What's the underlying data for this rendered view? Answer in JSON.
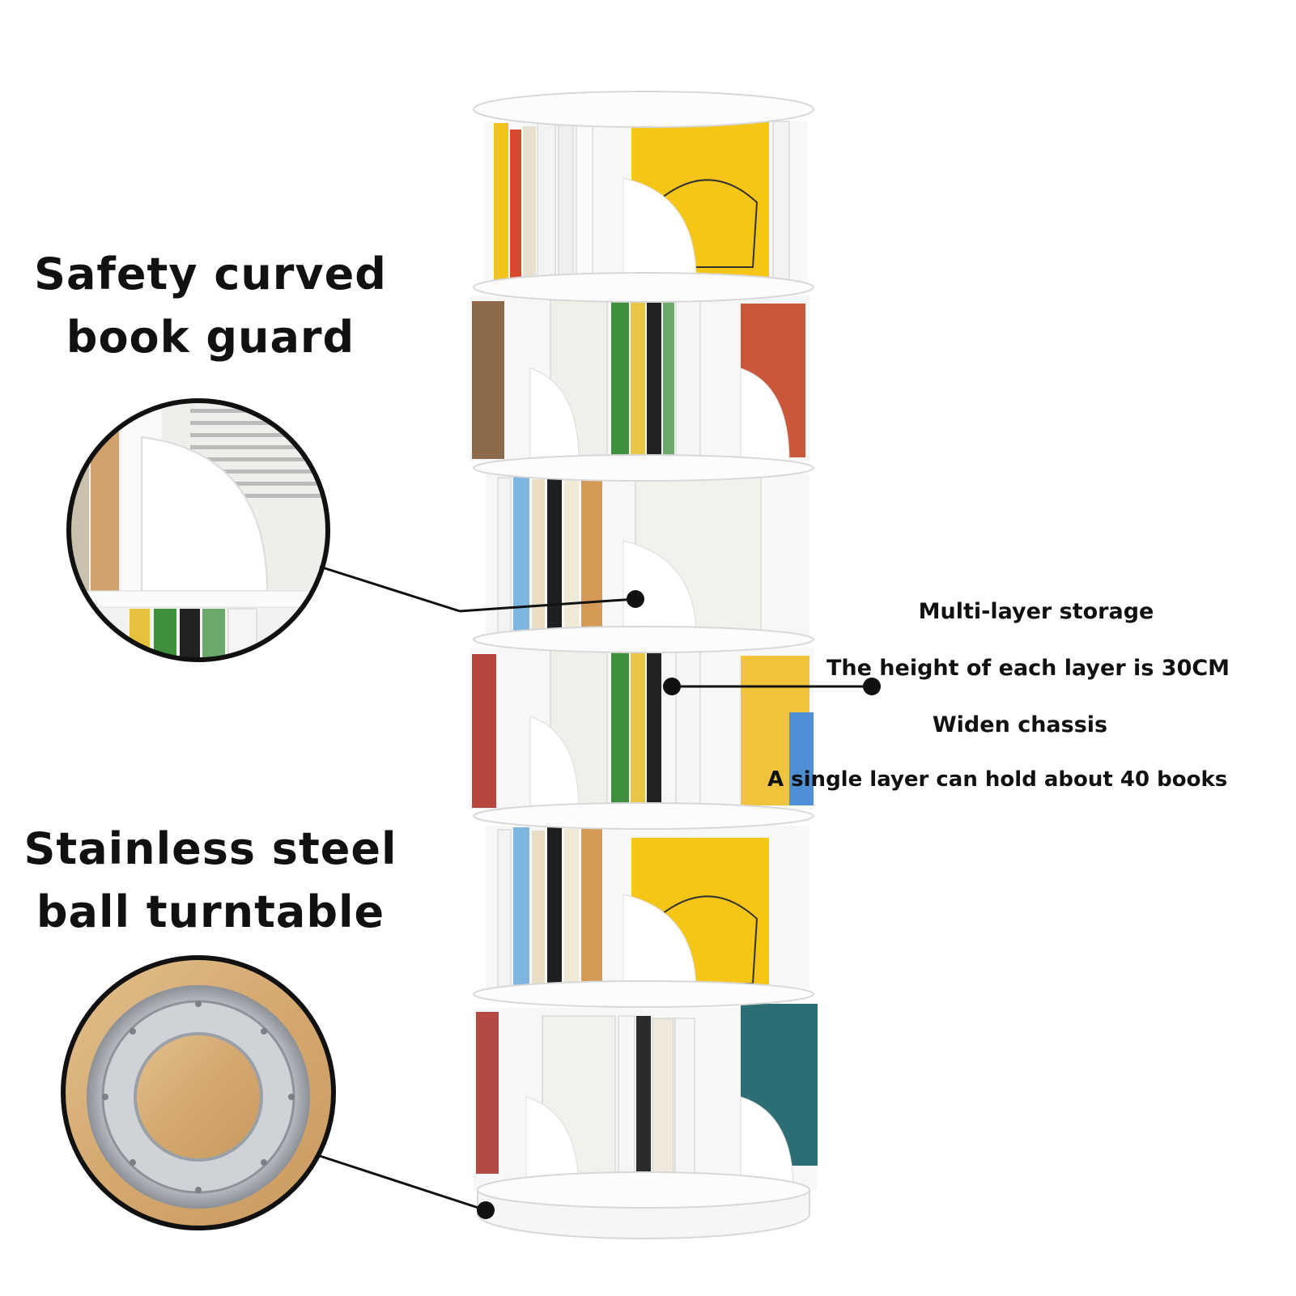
{
  "guard_caption": {
    "line1": "Safety curved",
    "line2": "book guard"
  },
  "turntable_caption": {
    "line1": "Stainless steel",
    "line2": "ball turntable"
  },
  "specs": [
    "Multi-layer storage",
    "The height of each layer is 30CM",
    "Widen chassis",
    "A single layer can hold about 40 books"
  ],
  "colors": {
    "shelf": "#fbfbfb",
    "shelf_edge": "#d8d8d8",
    "wood": "#d9b27c",
    "steel": "#b8bcc2",
    "leader": "#111111"
  }
}
